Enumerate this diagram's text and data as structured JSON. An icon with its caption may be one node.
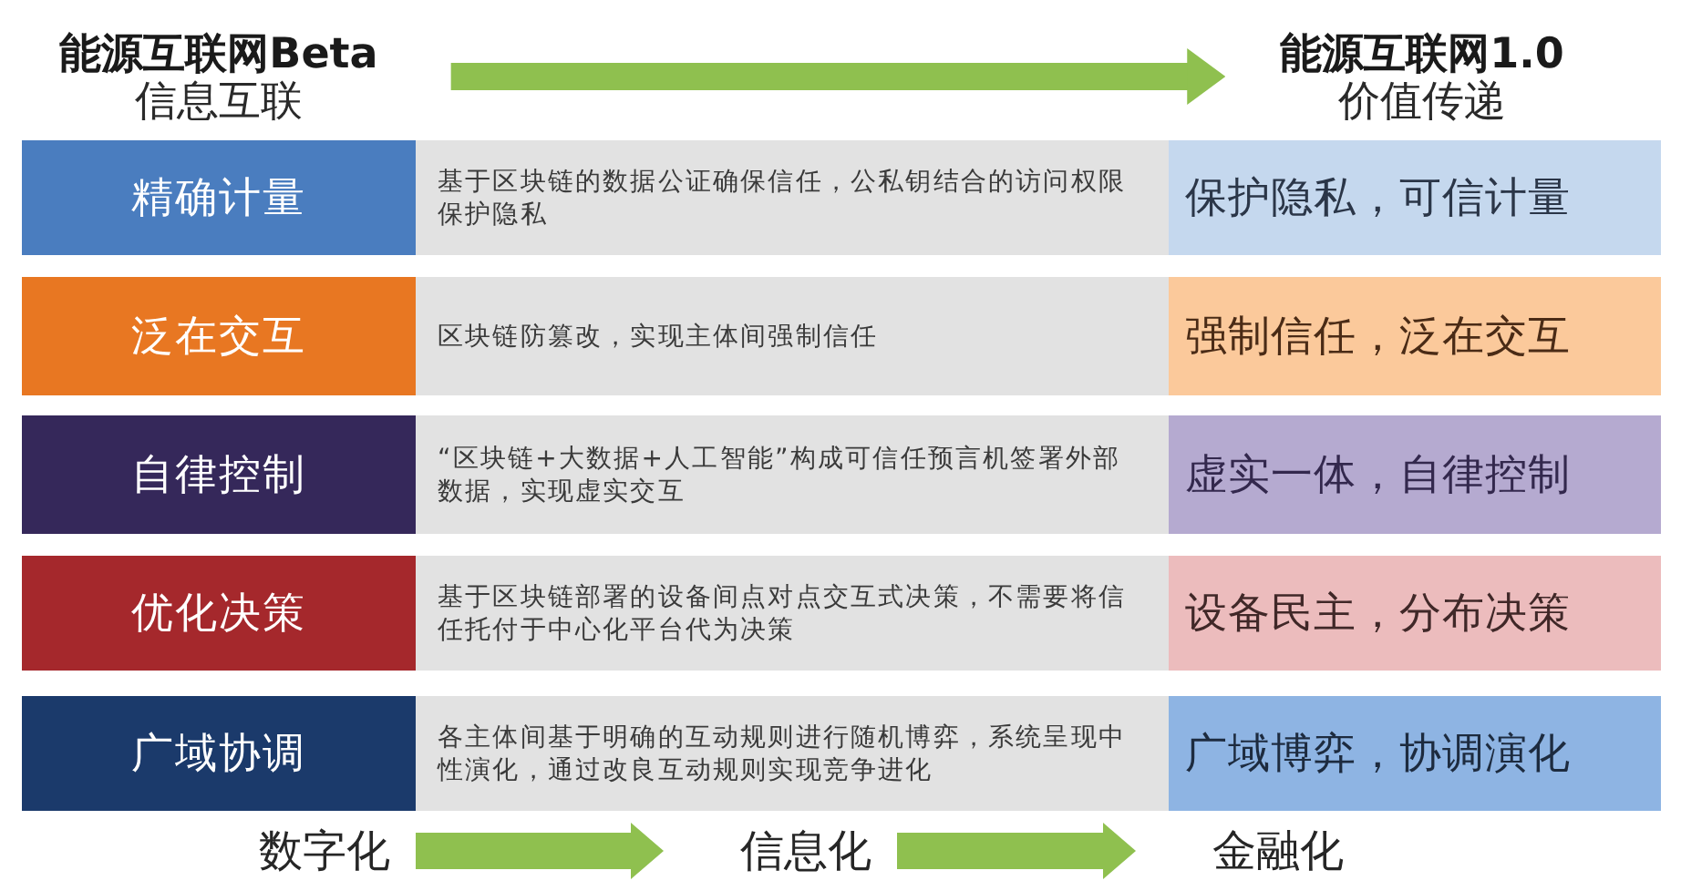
{
  "diagram": {
    "nodes": [
      {
        "text": [
          "能源互联网Beta",
          "信息互联"
        ]
      },
      {
        "text": [
          "能源互联网1.0",
          "价值传递"
        ]
      },
      {
        "text": [
          "精确计量"
        ]
      },
      {
        "text": [
          "基于区块链的数据公证确保信任，公私钥结合的访问权限保护隐私"
        ]
      },
      {
        "text": [
          "保护隐私，可信计量"
        ]
      },
      {
        "text": [
          "泛在交互"
        ]
      },
      {
        "text": [
          "区块链防篡改，实现主体间强制信任"
        ]
      },
      {
        "text": [
          "强制信任，泛在交互"
        ]
      },
      {
        "text": [
          "自律控制"
        ]
      },
      {
        "text": [
          "“区块链+大数据+人工智能”构成可信任预言机签署外部数据，实现虚实交互"
        ]
      },
      {
        "text": [
          "虚实一体，自律控制"
        ]
      },
      {
        "text": [
          "优化决策"
        ]
      },
      {
        "text": [
          "基于区块链部署的设备间点对点交互式决策，不需要将信任托付于中心化平台代为决策"
        ]
      },
      {
        "text": [
          "设备民主，分布决策"
        ]
      },
      {
        "text": [
          "广域协调"
        ]
      },
      {
        "text": [
          "各主体间基于明确的互动规则进行随机博弈，系统呈现中性演化，通过改良互动规则实现竞争进化"
        ]
      },
      {
        "text": [
          "广域博弈，协调演化"
        ]
      },
      {
        "text": [
          "数字化"
        ]
      },
      {
        "text": [
          "信息化"
        ]
      },
      {
        "text": [
          "金融化"
        ]
      }
    ],
    "edges": [
      {
        "from": 0,
        "to": 1,
        "arrow": "to"
      },
      {
        "from": 17,
        "to": 18,
        "arrow": "to"
      },
      {
        "from": 18,
        "to": 19,
        "arrow": "to"
      }
    ]
  }
}
